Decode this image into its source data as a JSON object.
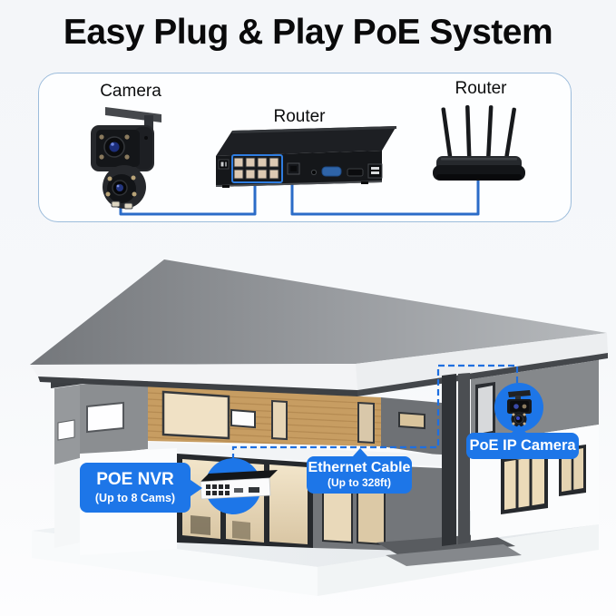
{
  "page": {
    "title": "Easy Plug & Play PoE System"
  },
  "diagram": {
    "devices": [
      {
        "label": "Camera",
        "icon": "ptz-camera-icon"
      },
      {
        "label": "Router",
        "icon": "poe-nvr-icon"
      },
      {
        "label": "Router",
        "icon": "wifi-router-icon"
      }
    ],
    "connections": [
      {
        "from": "camera",
        "to": "nvr-poe-ports"
      },
      {
        "from": "nvr-lan-port",
        "to": "router"
      }
    ]
  },
  "callouts": {
    "nvr": {
      "title": "POE NVR",
      "subtitle": "(Up to 8 Cams)"
    },
    "cable": {
      "title": "Ethernet Cable",
      "subtitle": "(Up to 328ft)"
    },
    "camera": {
      "title": "PoE IP Camera"
    }
  },
  "colors": {
    "accent_blue": "#1d76e8",
    "cable_line_blue": "#2b6cc8",
    "dashed_route_blue": "#1e6fe0",
    "diagram_box_border": "#9cbcdb",
    "wood_wall": "#c79d62",
    "roof_gray": "#8d9094"
  }
}
